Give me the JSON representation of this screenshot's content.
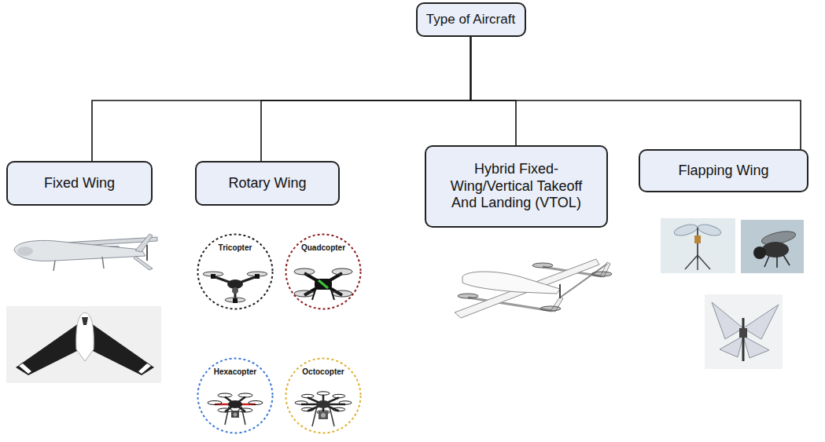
{
  "diagram": {
    "nodes": [
      {
        "text": [
          "Type of Aircraft"
        ]
      },
      {
        "text": [
          "Fixed Wing"
        ]
      },
      {
        "text": [
          "Rotary Wing"
        ]
      },
      {
        "text": [
          "Hybrid Fixed-Wing/Vertical Takeoff And Landing (VTOL)"
        ]
      },
      {
        "text": [
          "Flapping Wing"
        ]
      },
      {
        "text": [
          "Tricopter"
        ]
      },
      {
        "text": [
          "Quadcopter"
        ]
      },
      {
        "text": [
          "Hexacopter"
        ]
      },
      {
        "text": [
          "Octocopter"
        ]
      }
    ],
    "edges": [
      {
        "from": 0,
        "to": 1,
        "arrow": "none"
      },
      {
        "from": 0,
        "to": 2,
        "arrow": "none"
      },
      {
        "from": 0,
        "to": 3,
        "arrow": "none"
      },
      {
        "from": 0,
        "to": 4,
        "arrow": "none"
      }
    ]
  }
}
